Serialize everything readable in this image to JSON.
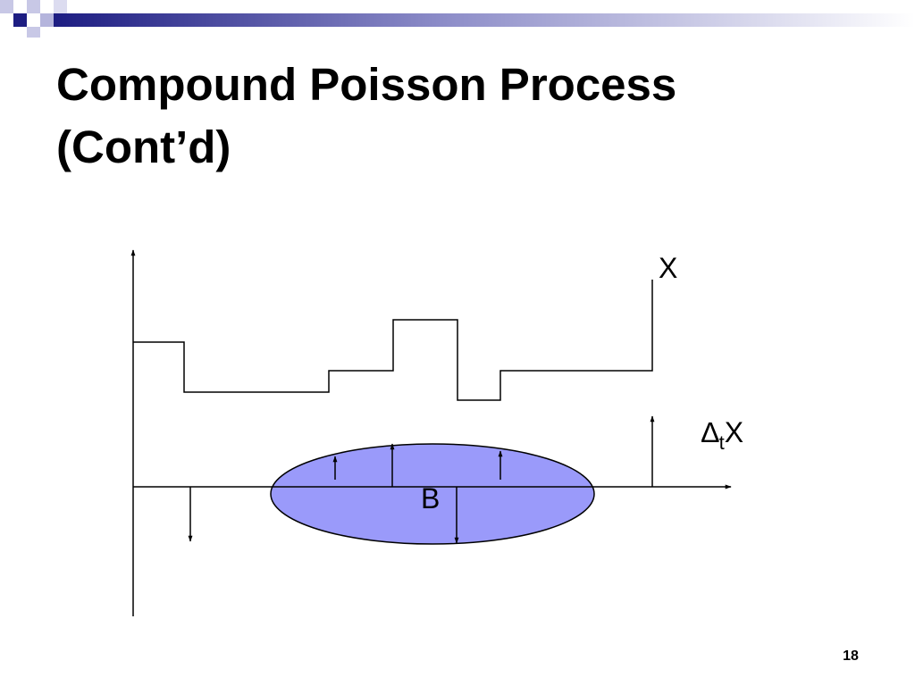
{
  "slide": {
    "title_line1": "Compound Poisson Process",
    "title_line2": "(Cont’d)",
    "page_number": "18"
  },
  "diagram": {
    "x_label": "X",
    "delta_symbol": "∆",
    "delta_subscript": "t",
    "delta_var": "X",
    "set_label": "B"
  },
  "colors": {
    "ellipse_fill": "#9a9afa",
    "stroke": "#000000",
    "band_dark": "#1d1d82",
    "band_light": "#b4b4dc"
  }
}
